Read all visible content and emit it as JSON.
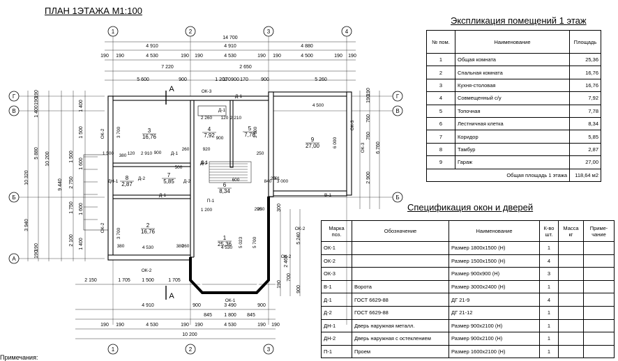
{
  "title": "ПЛАН 1ЭТАЖА     М1:100",
  "remarks": "Примечания:",
  "plan": {
    "axes_top": [
      "1",
      "2",
      "3",
      "4"
    ],
    "axes_bottom": [
      "1",
      "2",
      "3"
    ],
    "axes_left": [
      "Г",
      "В",
      "Б",
      "А"
    ],
    "axes_right": [
      "Г",
      "В",
      "Б"
    ],
    "dims_top": [
      "14 700",
      "4 910",
      "4 910",
      "4 880",
      "190",
      "190",
      "4 530",
      "190",
      "190",
      "4 530",
      "190",
      "190",
      "4 500",
      "190",
      "190",
      "7 220",
      "2 650",
      "5 600",
      "900",
      "1 200",
      "900",
      "900",
      "5 260",
      "170",
      "170"
    ],
    "dims_bottom": [
      "2 150",
      "1 705",
      "1 500",
      "1 705",
      "4 910",
      "900",
      "3 490",
      "900",
      "845",
      "1 800",
      "845",
      "190",
      "190",
      "4 530",
      "190",
      "190",
      "4 530",
      "190",
      "190",
      "10 200"
    ],
    "dims_left": [
      "190",
      "190",
      "1 400",
      "1 500",
      "1 400",
      "1 500",
      "1 600",
      "1 750",
      "1 600",
      "1 400",
      "2 100",
      "190",
      "190",
      "5 880",
      "10 200",
      "10 320",
      "9 440",
      "2 750",
      "3 940"
    ],
    "dims_right": [
      "190",
      "190",
      "760",
      "760",
      "2 900",
      "6 760",
      "2 460",
      "5 240",
      "300",
      "900",
      "190",
      "700"
    ],
    "inner_dims": [
      "3 700",
      "3 700",
      "2 910",
      "1 500",
      "120",
      "900",
      "920",
      "260",
      "260",
      "500",
      "900",
      "2 260",
      "120",
      "2 210",
      "3 600",
      "6 000",
      "3 000",
      "4 500",
      "4 530",
      "380",
      "380",
      "380",
      "1 200",
      "250",
      "290",
      "260",
      "5 700",
      "5 023",
      "4 530",
      "600",
      "840",
      "250"
    ],
    "openings": [
      "ОК-3",
      "ОК-2",
      "ОК-2",
      "ОК-2",
      "ОК-3",
      "ОК-3",
      "ОК-1",
      "ОК-2",
      "ОК-2",
      "Д-1",
      "Д-1",
      "Д-1",
      "Д-1",
      "Д-2",
      "Д-2",
      "Д-2",
      "Д-1",
      "ДН-1",
      "П-1",
      "П-1",
      "В-1"
    ],
    "rooms": [
      {
        "num": "1",
        "area": "25,36"
      },
      {
        "num": "2",
        "area": "16,76"
      },
      {
        "num": "3",
        "area": "16,76"
      },
      {
        "num": "4",
        "area": "7,92"
      },
      {
        "num": "5",
        "area": "7,78"
      },
      {
        "num": "6",
        "area": "8,34"
      },
      {
        "num": "7",
        "area": "5,85"
      },
      {
        "num": "8",
        "area": "2,87"
      },
      {
        "num": "9",
        "area": "27,00"
      }
    ],
    "section_mark": "А"
  },
  "explication": {
    "title": "Экспликация помещений 1 этаж",
    "headers": [
      "№ пом.",
      "Наименование",
      "Площадь"
    ],
    "rows": [
      [
        "1",
        "Общая комната",
        "25,36"
      ],
      [
        "2",
        "Спальная комната",
        "16,76"
      ],
      [
        "3",
        "Кухня-столовая",
        "16,76"
      ],
      [
        "4",
        "Совмещенный с/у",
        "7,92"
      ],
      [
        "5",
        "Топочная",
        "7,78"
      ],
      [
        "6",
        "Лестничная клетка",
        "8,34"
      ],
      [
        "7",
        "Коридор",
        "5,85"
      ],
      [
        "8",
        "Тамбур",
        "2,87"
      ],
      [
        "9",
        "Гараж",
        "27,00"
      ]
    ],
    "total_label": "Общая площадь 1 этажа",
    "total_value": "118,64 м2"
  },
  "specification": {
    "title": "Спецификация окон и дверей",
    "headers": [
      "Марка поз.",
      "Обозначение",
      "Наименование",
      "К-во шт.",
      "Масса кг",
      "Приме- чание"
    ],
    "rows": [
      [
        "ОК-1",
        "",
        "Размер 1800х1500 (Н)",
        "1",
        "",
        ""
      ],
      [
        "ОК-2",
        "",
        "Размер 1500х1500 (Н)",
        "4",
        "",
        ""
      ],
      [
        "ОК-3",
        "",
        "Размер 900х900 (Н)",
        "3",
        "",
        ""
      ],
      [
        "В-1",
        "Ворота",
        "Размер 3000х2400 (Н)",
        "1",
        "",
        ""
      ],
      [
        "Д-1",
        "ГОСТ 6629-88",
        "ДГ 21-9",
        "4",
        "",
        ""
      ],
      [
        "Д-2",
        "ГОСТ 6629-88",
        "ДГ 21-12",
        "1",
        "",
        ""
      ],
      [
        "ДН-1",
        "Дверь наружная металл.",
        "Размер 900х2100 (Н)",
        "1",
        "",
        ""
      ],
      [
        "ДН-2",
        "Дверь наружная с остеклением",
        "Размер 900х2100 (Н)",
        "1",
        "",
        ""
      ],
      [
        "П-1",
        "Проем",
        "Размер 1600х2100 (Н)",
        "1",
        "",
        ""
      ]
    ]
  }
}
